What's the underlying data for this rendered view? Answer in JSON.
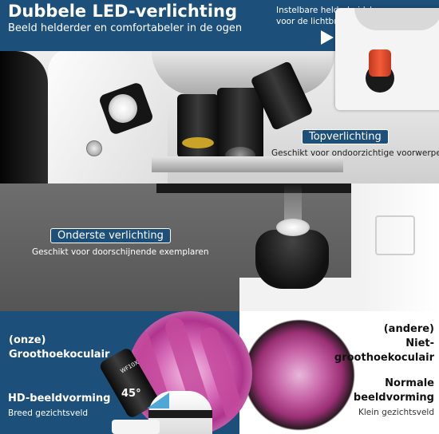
{
  "top": {
    "title": "Dubbele LED-verlichting",
    "subtitle": "Beeld helderder en comfortabeler in de ogen",
    "knob_line1": "Instelbare helderheidsknop",
    "knob_line2": "voor de lichtbron",
    "badge": "Topverlichting",
    "caption": "Geschikt voor ondoorzichtige voorwerpen"
  },
  "middle": {
    "badge": "Onderste verlichting",
    "caption": "Geschikt voor doorschijnende exemplaren"
  },
  "bottom": {
    "left_line1": "(onze)",
    "left_line2": "Groothoekoculair",
    "left_label2": "HD-beeldvorming",
    "left_sub2": "Breed gezichtsveld",
    "angle": "45°",
    "eyepiece_text": "WF10X",
    "right_line1": "(andere)",
    "right_line2": "Niet-",
    "right_line3": "groothoekoculair",
    "right_label2_line1": "Normale",
    "right_label2_line2": "beeldvorming",
    "right_sub2": "Klein gezichtsveld"
  },
  "colors": {
    "brand_blue": "#1c4f7a",
    "accent_light_blue": "#4fa7d6",
    "knob_red": "#f25c3a"
  }
}
